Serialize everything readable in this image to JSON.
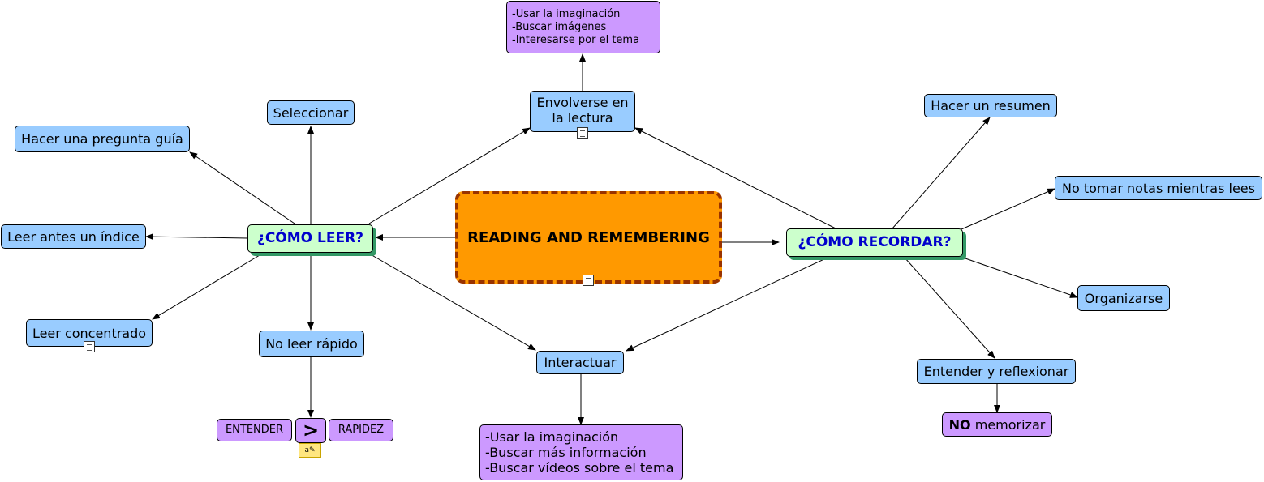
{
  "center": {
    "label": "READING AND REMEMBERING"
  },
  "como_leer": {
    "label": "¿CÓMO LEER?"
  },
  "como_recordar": {
    "label": "¿CÓMO RECORDAR?"
  },
  "leer_children": {
    "seleccionar": "Seleccionar",
    "pregunta": "Hacer una pregunta guía",
    "indice": "Leer antes un índice",
    "concentrado": "Leer concentrado",
    "no_rapido": "No leer rápido"
  },
  "comparison": {
    "entender": "ENTENDER",
    "greater": ">",
    "rapidez": "RAPIDEZ"
  },
  "envolverse": {
    "label_line1": "Envolverse en",
    "label_line2": "la lectura",
    "details": [
      "-Usar la imaginación",
      "-Buscar imágenes",
      "-Interesarse por el tema"
    ]
  },
  "interactuar": {
    "label": "Interactuar",
    "details": [
      "-Usar la imaginación",
      "-Buscar más información",
      "-Buscar vídeos sobre el tema"
    ]
  },
  "recordar_children": {
    "resumen": "Hacer un resumen",
    "notas": "No tomar notas mientras lees",
    "organizarse": "Organizarse",
    "entender": "Entender y reflexionar"
  },
  "memorizar": {
    "bold": "NO",
    "rest": " memorizar"
  },
  "colors": {
    "center_fill": "#ff9900",
    "center_border": "#993300",
    "question_fill": "#ccffcc",
    "question_text": "#0000cc",
    "concept_fill": "#99ccff",
    "detail_fill": "#cc99ff"
  },
  "icons": [
    "document-icon",
    "note-icon"
  ]
}
